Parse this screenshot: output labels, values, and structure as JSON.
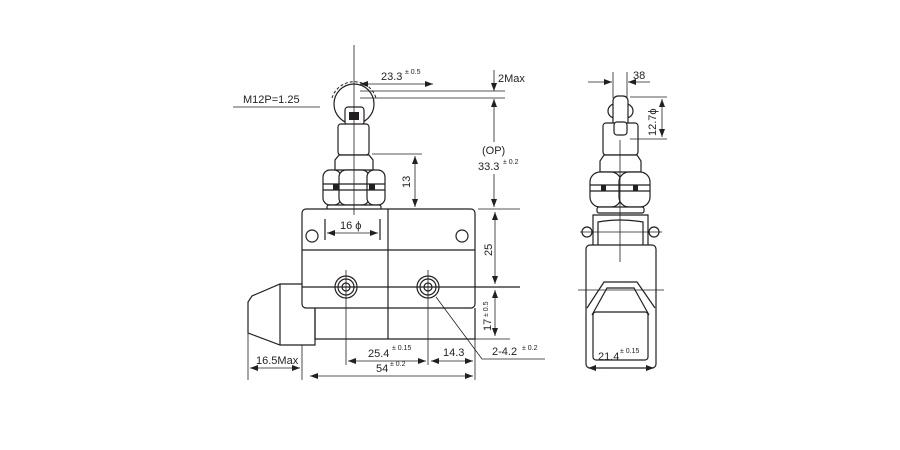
{
  "drawing": {
    "thread_label": "M12P=1.25",
    "front_view": {
      "overtravel": {
        "value": "23.3",
        "tol": "± 0.5"
      },
      "pretravel": "2Max",
      "operating_position": {
        "label": "(OP)",
        "value": "33.3",
        "tol": "± 0.2"
      },
      "bushing_height": "13",
      "nut_diameter": "16 ϕ",
      "body_height": "25",
      "hole_height": {
        "value": "17",
        "tol": "± 0.5"
      },
      "hole_pitch": {
        "value": "25.4",
        "tol": "± 0.15"
      },
      "hole_edge": "14.3",
      "hole_spec": {
        "value": "2-4.2",
        "tol": "± 0.2"
      },
      "boot_length": "16.5Max",
      "body_length": {
        "value": "54",
        "tol": "± 0.2"
      }
    },
    "side_view": {
      "roller_width": "38",
      "roller_diameter": "12.7ϕ",
      "body_width": {
        "value": "21.4",
        "tol": "± 0.15"
      }
    }
  }
}
